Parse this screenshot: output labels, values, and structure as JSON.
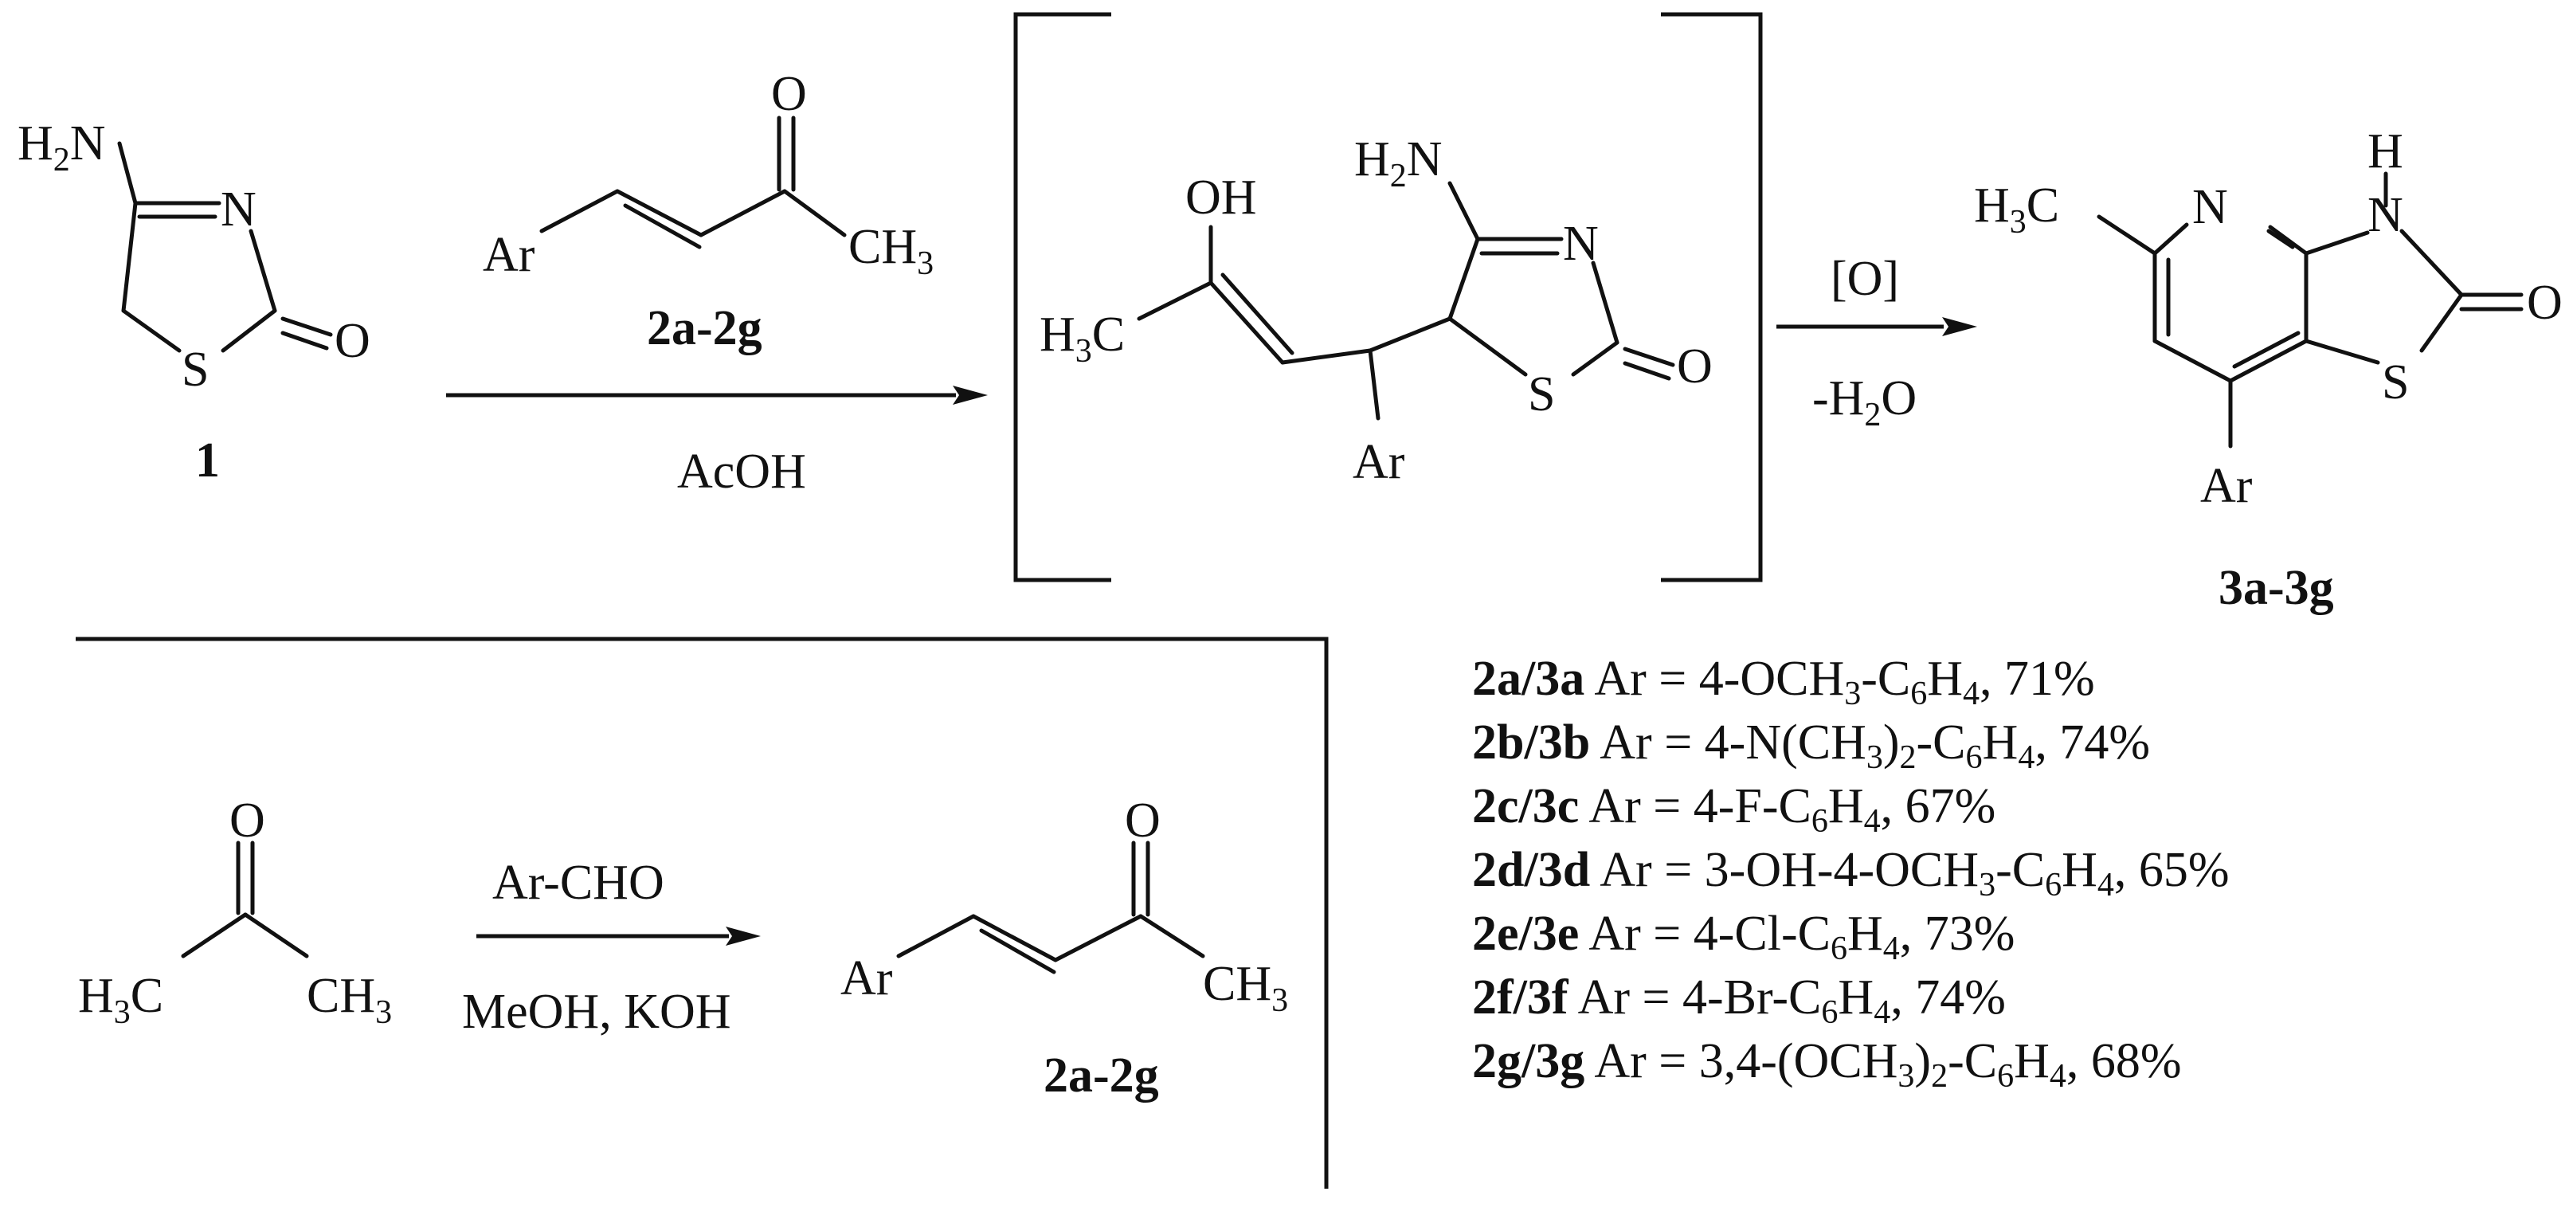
{
  "atoms": {
    "H": "H",
    "N": "N",
    "O": "O",
    "S": "S",
    "C": "C",
    "CH": "CH",
    "OH": "OH",
    "Ar": "Ar",
    "two": "2",
    "three": "3"
  },
  "compounds": {
    "c1": "1",
    "c2": "2a-2g",
    "c3": "3a-3g"
  },
  "conditions": {
    "acoh": "AcOH",
    "oxidant": "[O]",
    "minus": "-H",
    "o": "O",
    "archo": "Ar-CHO",
    "meoh_koh": "MeOH, KOH"
  },
  "yields": [
    {
      "id": "2a/3a",
      "parts": [
        [
          "t",
          " Ar = 4-OCH"
        ],
        [
          "s",
          "3"
        ],
        [
          "t",
          "-C"
        ],
        [
          "s",
          "6"
        ],
        [
          "t",
          "H"
        ],
        [
          "s",
          "4"
        ],
        [
          "t",
          ", 71%"
        ]
      ]
    },
    {
      "id": "2b/3b",
      "parts": [
        [
          "t",
          " Ar = 4-N(CH"
        ],
        [
          "s",
          "3"
        ],
        [
          "t",
          ")"
        ],
        [
          "s",
          "2"
        ],
        [
          "t",
          "-C"
        ],
        [
          "s",
          "6"
        ],
        [
          "t",
          "H"
        ],
        [
          "s",
          "4"
        ],
        [
          "t",
          ", 74%"
        ]
      ]
    },
    {
      "id": "2c/3c",
      "parts": [
        [
          "t",
          " Ar = 4-F-C"
        ],
        [
          "s",
          "6"
        ],
        [
          "t",
          "H"
        ],
        [
          "s",
          "4"
        ],
        [
          "t",
          ", 67%"
        ]
      ]
    },
    {
      "id": "2d/3d",
      "parts": [
        [
          "t",
          " Ar = 3-OH-4-OCH"
        ],
        [
          "s",
          "3"
        ],
        [
          "t",
          "-C"
        ],
        [
          "s",
          "6"
        ],
        [
          "t",
          "H"
        ],
        [
          "s",
          "4"
        ],
        [
          "t",
          ", 65%"
        ]
      ]
    },
    {
      "id": "2e/3e",
      "parts": [
        [
          "t",
          " Ar = 4-Cl-C"
        ],
        [
          "s",
          "6"
        ],
        [
          "t",
          "H"
        ],
        [
          "s",
          "4"
        ],
        [
          "t",
          ", 73%"
        ]
      ]
    },
    {
      "id": "2f/3f",
      "parts": [
        [
          "t",
          " Ar = 4-Br-C"
        ],
        [
          "s",
          "6"
        ],
        [
          "t",
          "H"
        ],
        [
          "s",
          "4"
        ],
        [
          "t",
          ", 74%"
        ]
      ]
    },
    {
      "id": "2g/3g",
      "parts": [
        [
          "t",
          " Ar = 3,4-(OCH"
        ],
        [
          "s",
          "3"
        ],
        [
          "t",
          ")"
        ],
        [
          "s",
          "2"
        ],
        [
          "t",
          "-C"
        ],
        [
          "s",
          "6"
        ],
        [
          "t",
          "H"
        ],
        [
          "s",
          "4"
        ],
        [
          "t",
          ", 68%"
        ]
      ]
    }
  ]
}
